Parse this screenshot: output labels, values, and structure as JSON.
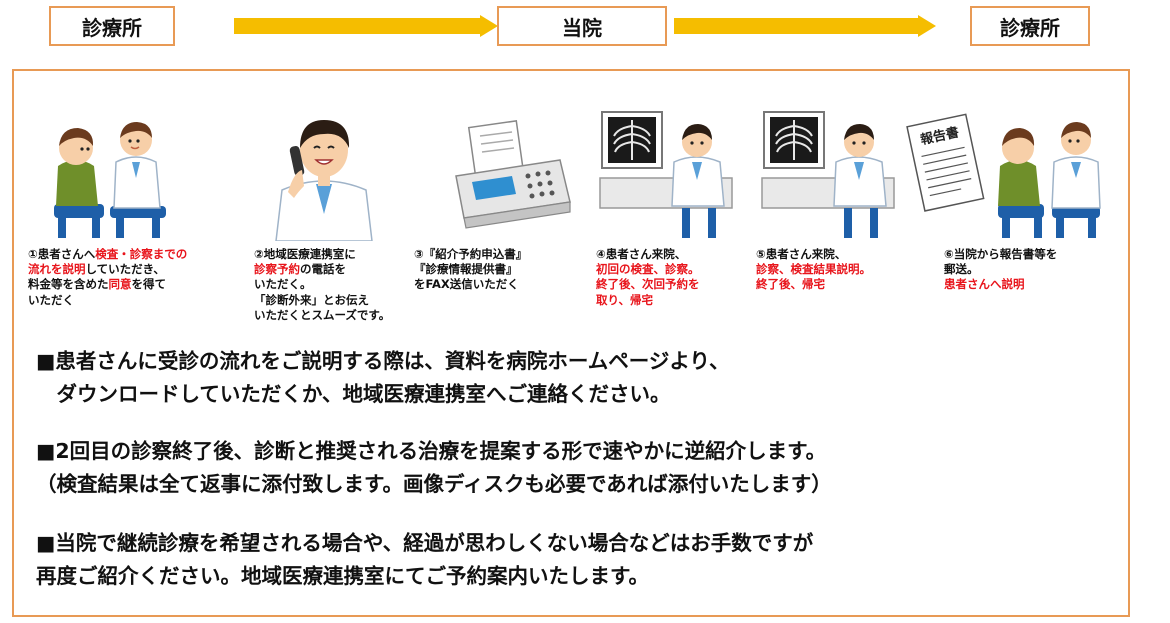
{
  "flow": {
    "left_label": "診療所",
    "center_label": "当院",
    "right_label": "診療所"
  },
  "steps": [
    {
      "lines": [
        {
          "parts": [
            {
              "text": "①患者さんへ",
              "red": false
            },
            {
              "text": "検査・診察までの",
              "red": true
            }
          ]
        },
        {
          "parts": [
            {
              "text": "流れを説明",
              "red": true
            },
            {
              "text": "していただき、",
              "red": false
            }
          ]
        },
        {
          "parts": [
            {
              "text": "料金等を含めた",
              "red": false
            },
            {
              "text": "同意",
              "red": true
            },
            {
              "text": "を得て",
              "red": false
            }
          ]
        },
        {
          "parts": [
            {
              "text": "いただく",
              "red": false
            }
          ]
        }
      ]
    },
    {
      "lines": [
        {
          "parts": [
            {
              "text": "②地域医療連携室に",
              "red": false
            }
          ]
        },
        {
          "parts": [
            {
              "text": "診察予約",
              "red": true
            },
            {
              "text": "の電話を",
              "red": false
            }
          ]
        },
        {
          "parts": [
            {
              "text": "いただく。",
              "red": false
            }
          ]
        },
        {
          "parts": [
            {
              "text": "「診断外来」とお伝え",
              "red": false
            }
          ]
        },
        {
          "parts": [
            {
              "text": "いただくとスムーズです。",
              "red": false
            }
          ]
        }
      ]
    },
    {
      "lines": [
        {
          "parts": [
            {
              "text": "③『紹介予約申込書』",
              "red": false
            }
          ]
        },
        {
          "parts": [
            {
              "text": "『診療情報提供書』",
              "red": false
            }
          ]
        },
        {
          "parts": [
            {
              "text": "をFAX送信いただく",
              "red": false
            }
          ]
        }
      ]
    },
    {
      "lines": [
        {
          "parts": [
            {
              "text": "④患者さん来院、",
              "red": false
            }
          ]
        },
        {
          "parts": [
            {
              "text": "初回の検査、診察。",
              "red": true
            }
          ]
        },
        {
          "parts": [
            {
              "text": "終了後、次回予約を",
              "red": true
            }
          ]
        },
        {
          "parts": [
            {
              "text": "取り、帰宅",
              "red": true
            }
          ]
        }
      ]
    },
    {
      "lines": [
        {
          "parts": [
            {
              "text": "⑤患者さん来院、",
              "red": false
            }
          ]
        },
        {
          "parts": [
            {
              "text": "診察、検査結果説明。",
              "red": true
            }
          ]
        },
        {
          "parts": [
            {
              "text": "終了後、帰宅",
              "red": true
            }
          ]
        }
      ]
    },
    {
      "lines": [
        {
          "parts": [
            {
              "text": "⑥当院から報告書等を",
              "red": false
            }
          ]
        },
        {
          "parts": [
            {
              "text": "郵送。",
              "red": false
            }
          ]
        },
        {
          "parts": [
            {
              "text": "患者さんへ説明",
              "red": true
            }
          ]
        }
      ]
    }
  ],
  "report_label": "報告書",
  "notes": [
    {
      "line1": "■患者さんに受診の流れをご説明する際は、資料を病院ホームページより、",
      "line2": "　ダウンロードしていただくか、地域医療連携室へご連絡ください。"
    },
    {
      "line1": "■2回目の診察終了後、診断と推奨される治療を提案する形で速やかに逆紹介します。",
      "line2": "（検査結果は全て返事に添付致します。画像ディスクも必要であれば添付いたします）"
    },
    {
      "line1": "■当院で継続診療を希望される場合や、経過が思わしくない場合などはお手数ですが",
      "line2": "再度ご紹介ください。地域医療連携室にてご予約案内いたします。"
    }
  ],
  "colors": {
    "box_border": "#e89a55",
    "arrow": "#f5bd00",
    "highlight_red": "#e8141b"
  }
}
